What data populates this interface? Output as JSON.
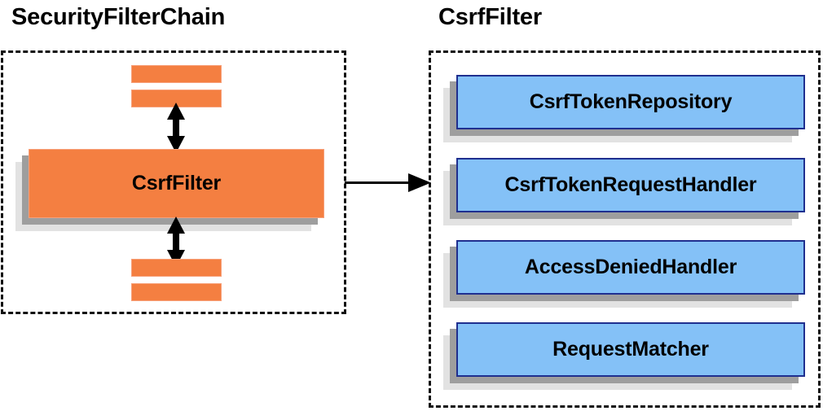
{
  "diagram": {
    "type": "architecture-block-diagram",
    "background_color": "#ffffff",
    "panels": [
      {
        "id": "security-filter-chain",
        "title": "SecurityFilterChain",
        "border_style": "dashed",
        "border_color": "#111111",
        "node_color": "#f47f41",
        "node_border_color": "#f7a07a",
        "nodes": [
          {
            "label": "CsrfFilter",
            "shape": "shadowed-box"
          }
        ],
        "anonymous_bars": 4,
        "arrows": [
          {
            "name": "filter-chain-upper-arrow",
            "direction": "bidirectional-vertical"
          },
          {
            "name": "filter-chain-lower-arrow",
            "direction": "bidirectional-vertical"
          }
        ]
      },
      {
        "id": "csrf-filter",
        "title": "CsrfFilter",
        "border_style": "dashed",
        "border_color": "#111111",
        "node_color": "#84c1f7",
        "node_border_color": "#1f2f8f",
        "nodes": [
          {
            "label": "CsrfTokenRepository",
            "shape": "shadowed-box"
          },
          {
            "label": "CsrfTokenRequestHandler",
            "shape": "shadowed-box"
          },
          {
            "label": "AccessDeniedHandler",
            "shape": "shadowed-box"
          },
          {
            "label": "RequestMatcher",
            "shape": "shadowed-box"
          }
        ]
      }
    ],
    "connector": {
      "name": "csrf-filter-expand-arrow",
      "direction": "left-to-right",
      "from": "SecurityFilterChain",
      "to": "CsrfFilter",
      "color": "#000000"
    },
    "shadow_colors": {
      "dark": "#9e9e9e",
      "light": "#e2e2e2"
    }
  }
}
